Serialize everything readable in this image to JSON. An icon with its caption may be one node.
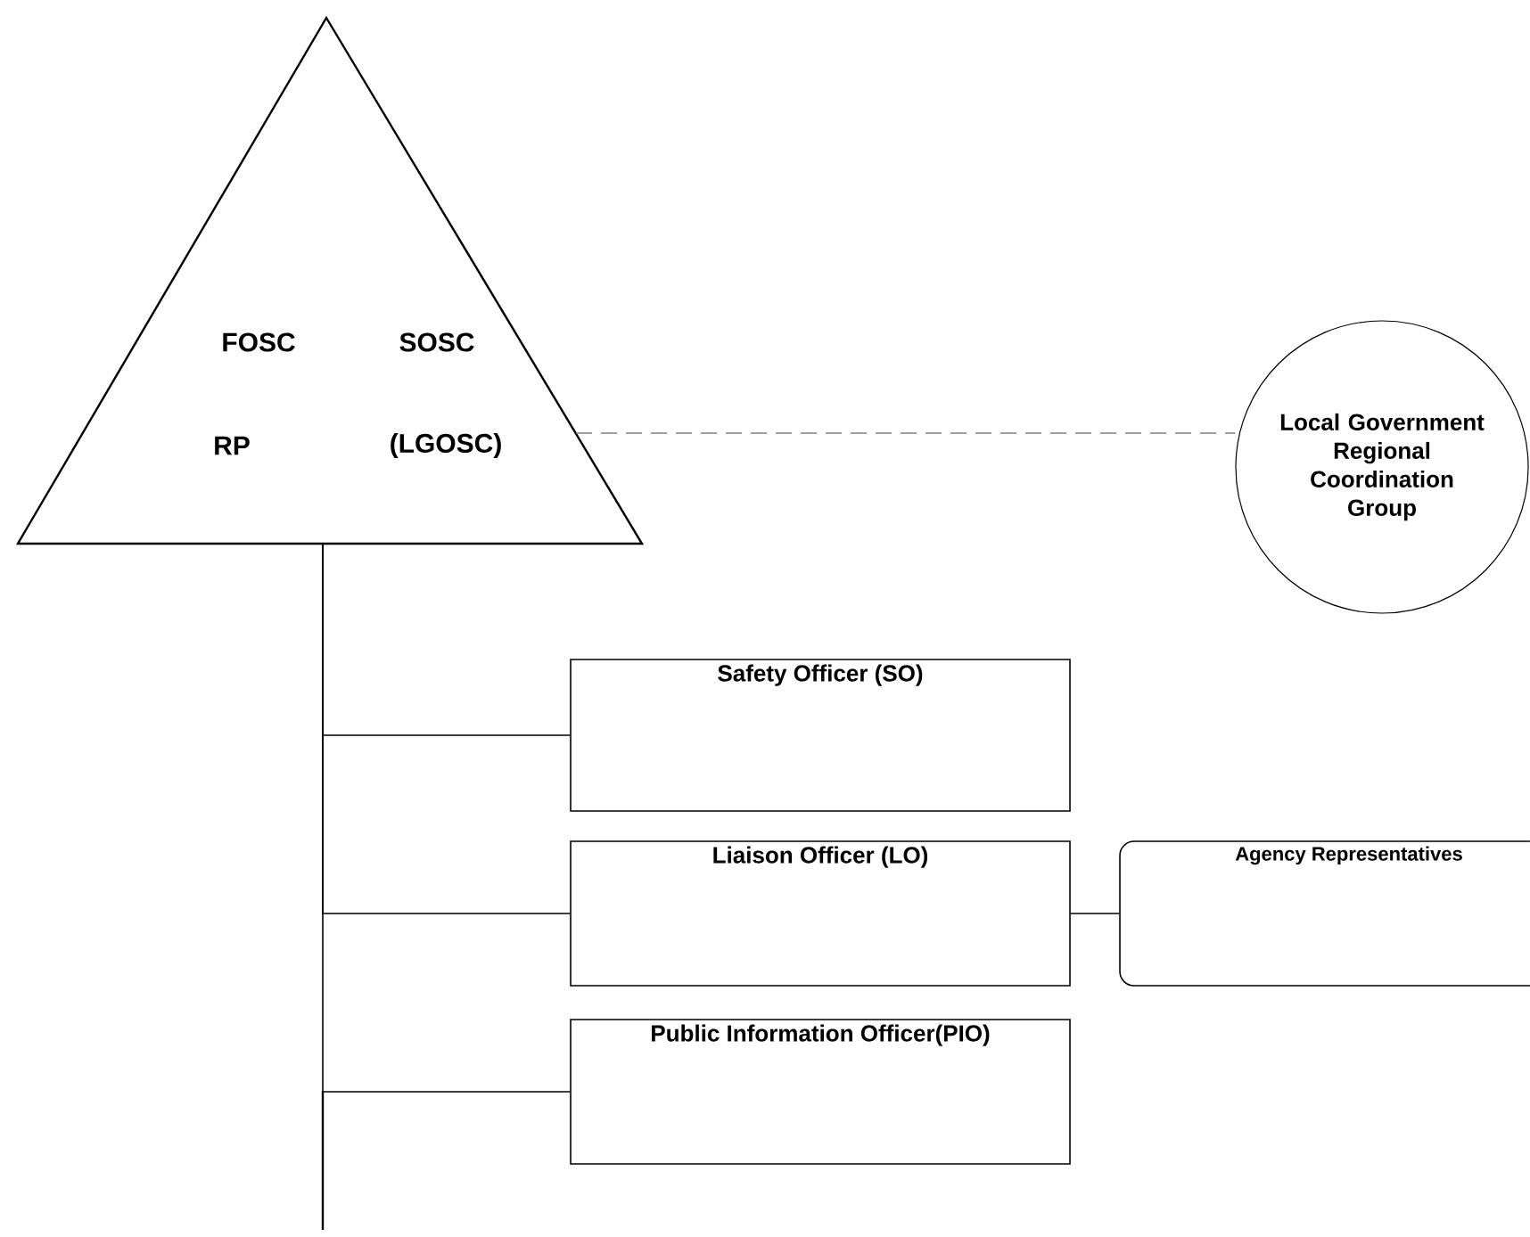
{
  "diagram": {
    "nodes": [
      {
        "text": [
          "FOSC",
          "SOSC",
          "RP",
          "(LGOSC)"
        ]
      },
      {
        "text": [
          "Local Government Regional Coordination Group"
        ]
      },
      {
        "text": [
          "Safety Officer (SO)"
        ]
      },
      {
        "text": [
          "Liaison Officer (LO)"
        ]
      },
      {
        "text": [
          "Public Information Officer(PIO)"
        ]
      },
      {
        "text": [
          "Agency Representatives"
        ]
      }
    ],
    "edges": [
      {
        "from": 0,
        "to": 1,
        "arrow": "none",
        "style": "dashed",
        "color": "#808080"
      },
      {
        "from": 0,
        "to": 2,
        "arrow": "none"
      },
      {
        "from": 0,
        "to": 3,
        "arrow": "none"
      },
      {
        "from": 0,
        "to": 4,
        "arrow": "none"
      },
      {
        "from": 3,
        "to": 5,
        "arrow": "none"
      }
    ]
  }
}
